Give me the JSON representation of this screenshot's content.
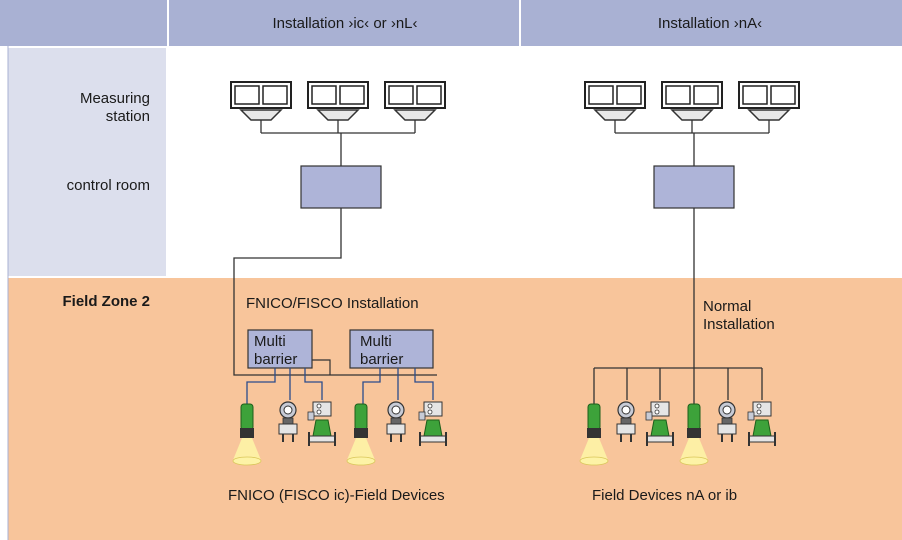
{
  "header": {
    "col1": "Installation ›ic‹ or ›nL‹",
    "col2": "Installation ›nA‹"
  },
  "zones": {
    "measuring_station": [
      "Measuring",
      "station"
    ],
    "control_room": "control room",
    "field_zone": "Field Zone 2"
  },
  "left": {
    "installation_label": "FNICO/FISCO Installation",
    "barrier1": [
      "Multi",
      "barrier"
    ],
    "barrier2": [
      "Multi",
      "barrier"
    ],
    "devices_label": "FNICO (FISCO ic)-Field Devices"
  },
  "right": {
    "installation_label": [
      "Normal",
      "Installation"
    ],
    "devices_label": "Field Devices nA or ib"
  },
  "colors": {
    "header_bg": "#a9b1d3",
    "zone_upper_bg": "#dcdfed",
    "field_bg": "#f8c59b",
    "box_fill": "#aeb4d8",
    "device_green": "#3da23a",
    "lamp_yellow": "#fdf3a6",
    "monitor_fill": "#e8e8e8",
    "line": "#333333"
  },
  "icons": {
    "workstation": "workstation-monitor-icon",
    "controller": "controller-box",
    "device_a": "level-sensor-icon",
    "device_b": "pressure-transmitter-icon",
    "device_c": "flow-meter-icon"
  }
}
